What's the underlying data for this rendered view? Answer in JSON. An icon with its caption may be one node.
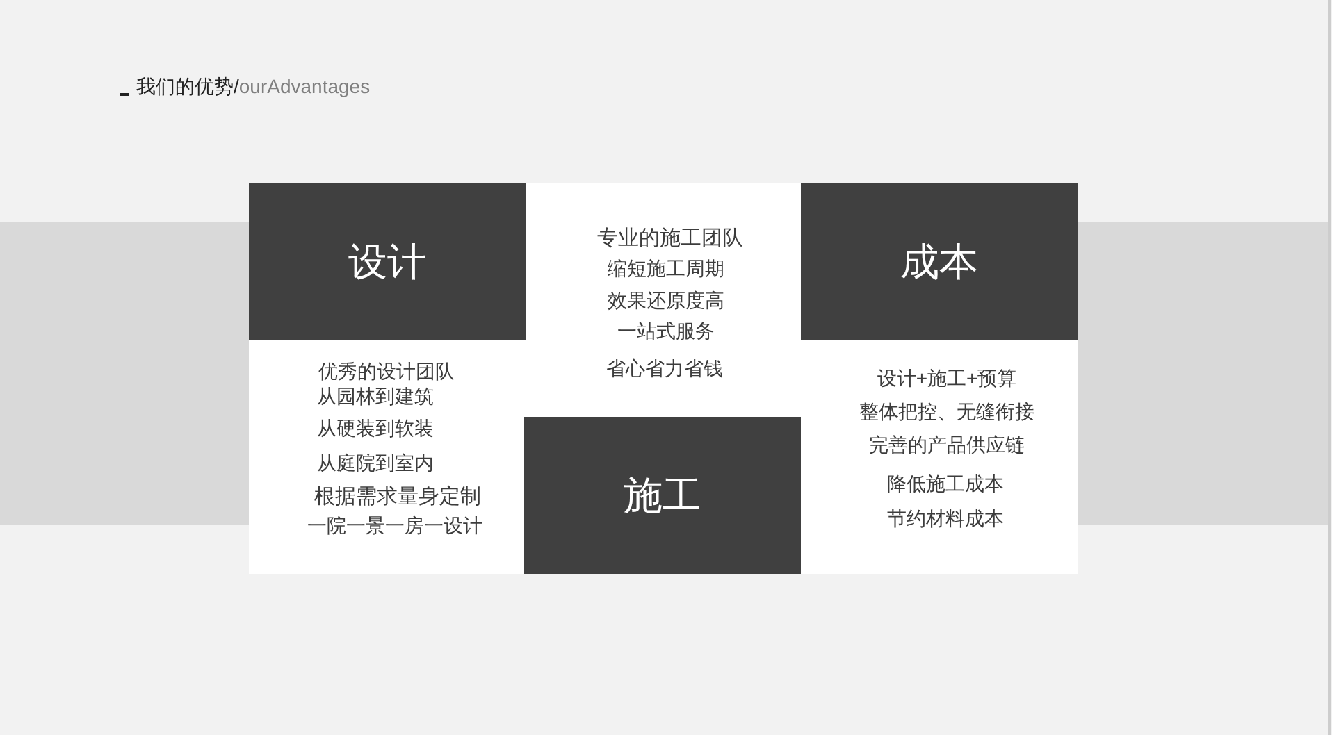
{
  "diagram": {
    "title": "我们的优势/ourAdvantages",
    "nodes": [
      {
        "text": [],
        "shape": "box"
      },
      {
        "text": [
          "设计"
        ],
        "in": 0,
        "beside": [
          "优秀的设计团队",
          "从园林到建筑",
          "从硬装到软装",
          "从庭院到室内",
          "根据需求量身定制",
          "一院一景一房一设计"
        ]
      },
      {
        "text": [
          "施工"
        ],
        "in": 0,
        "beside": [
          "专业的施工团队",
          "缩短施工周期",
          "效果还原度高",
          "一站式服务",
          "省心省力省钱"
        ]
      },
      {
        "text": [
          "成本"
        ],
        "in": 0,
        "beside": [
          "设计+施工+预算",
          "整体把控、无缝衔接",
          "完善的产品供应链",
          "降低施工成本",
          "节约材料成本"
        ]
      }
    ]
  }
}
